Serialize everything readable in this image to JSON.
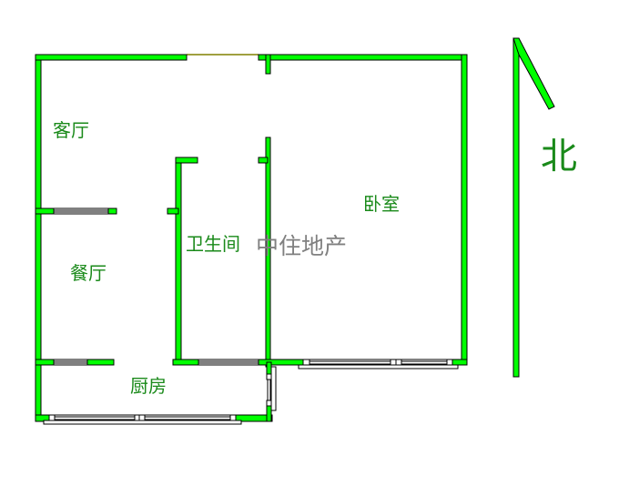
{
  "floorplan": {
    "title": "",
    "colors": {
      "wall_fill": "#00ff00",
      "wall_stroke": "#000000",
      "label": "#1a8a1a",
      "watermark": "#808080",
      "door_opening": "#808000"
    },
    "rooms": [
      {
        "id": "living-room",
        "label": "客厅"
      },
      {
        "id": "dining-room",
        "label": "餐厅"
      },
      {
        "id": "bathroom",
        "label": "卫生间"
      },
      {
        "id": "bedroom",
        "label": "卧室"
      },
      {
        "id": "kitchen",
        "label": "厨房"
      }
    ],
    "watermark": "中住地产",
    "compass": {
      "direction_label": "北",
      "icon": "north-arrow-icon"
    }
  }
}
